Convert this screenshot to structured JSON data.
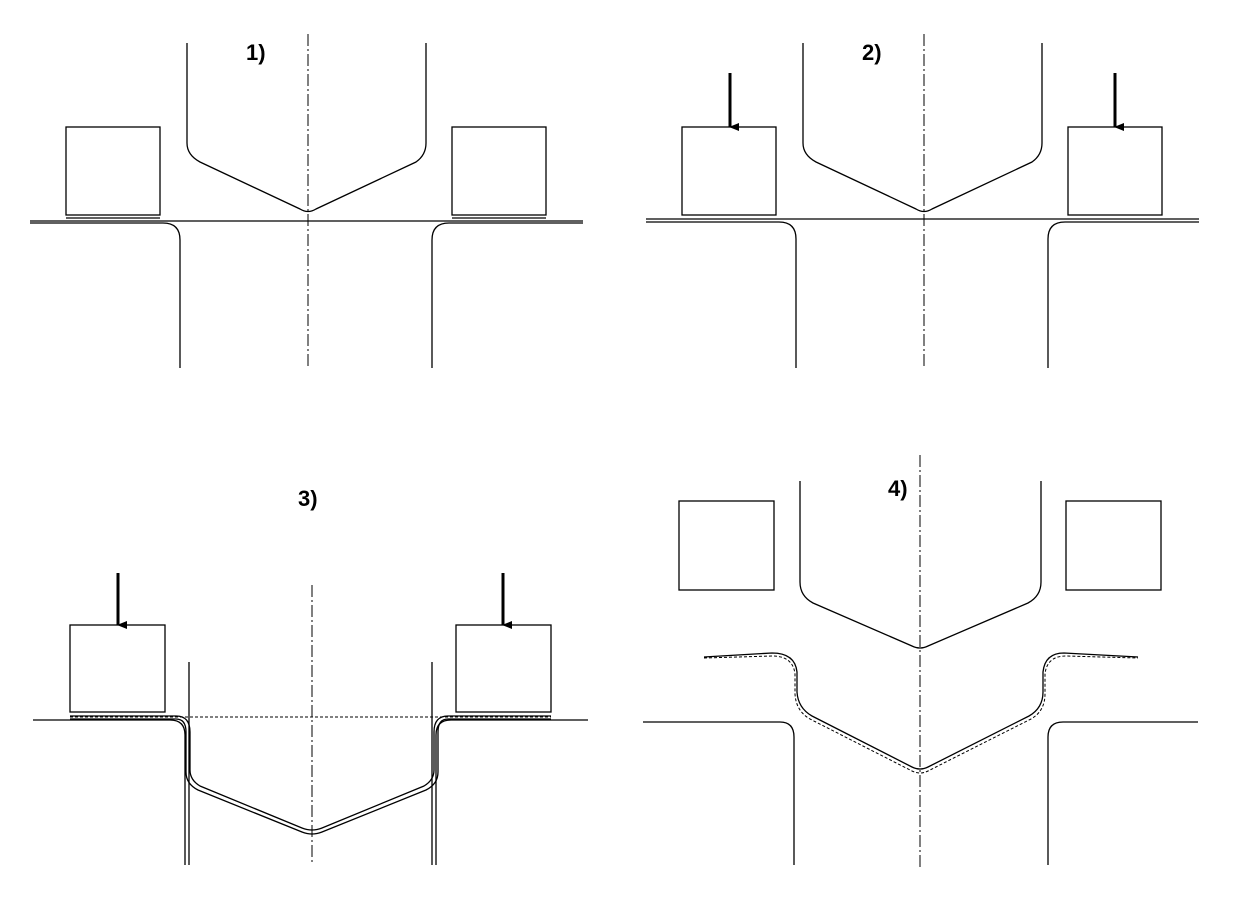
{
  "panels": [
    {
      "label": "1)"
    },
    {
      "label": "2)"
    },
    {
      "label": "3)"
    },
    {
      "label": "4)"
    }
  ]
}
